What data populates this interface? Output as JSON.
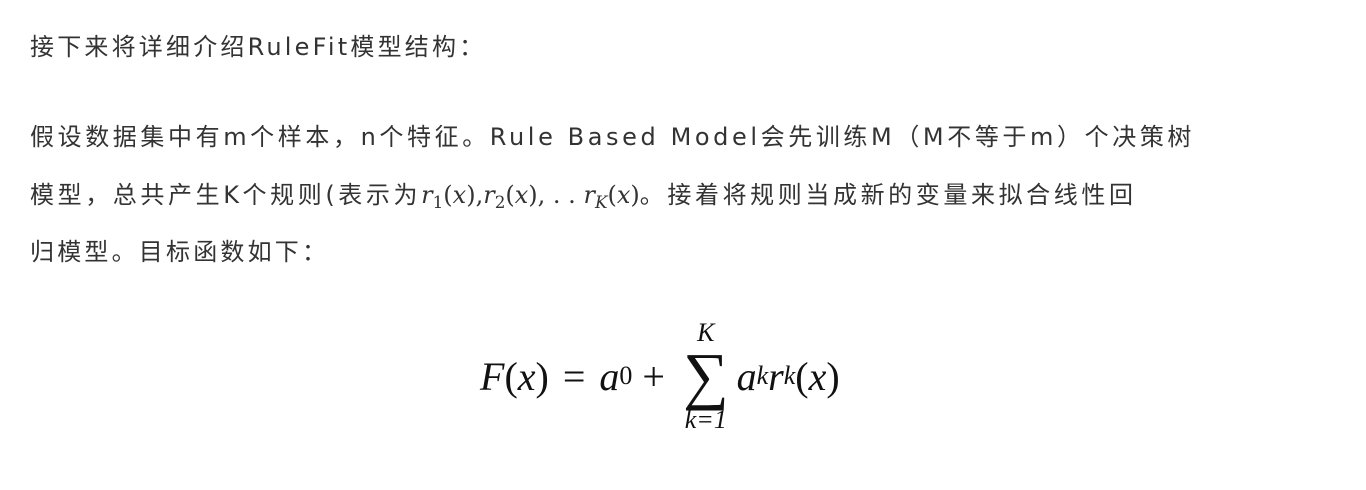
{
  "intro": "接下来将详细介绍RuleFit模型结构：",
  "paragraph": {
    "line1": "假设数据集中有m个样本，n个特征。Rule Based Model会先训练M（M不等于m）个决策树",
    "line2_prefix": "模型，总共产生K个规则(表示为",
    "line2_math": {
      "r": "r",
      "s1": "1",
      "s2": "2",
      "sK": "K",
      "x": "x",
      "sep1": "),",
      "sep2": "), . .",
      "open": "(",
      "close": ")"
    },
    "line2_suffix": "。接着将规则当成新的变量来拟合线性回",
    "line3": "归模型。目标函数如下："
  },
  "formula": {
    "lhs": "F",
    "x": "x",
    "equals": "=",
    "a": "a",
    "a0_sub": "0",
    "plus": "+",
    "sigma": "∑",
    "upper": "K",
    "lower": "k=1",
    "k_sub": "k",
    "r": "r",
    "open": "(",
    "close": ")"
  }
}
